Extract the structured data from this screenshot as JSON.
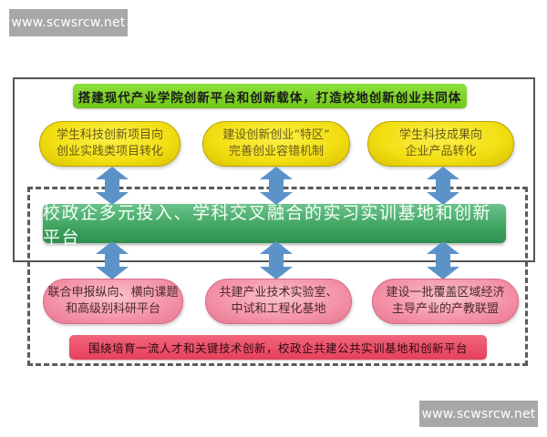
{
  "watermarks": {
    "top_left": "www.scwsrcw.net",
    "bottom_right": "www.scwsrcw.net"
  },
  "top_banner": {
    "text": "搭建现代产业学院创新平台和创新载体，打造校地创新创业共同体",
    "color": "#7ed321"
  },
  "yellow_pills": [
    {
      "line1": "学生科技创新项目向",
      "line2": "创业实践类项目转化"
    },
    {
      "line1": "建设创新创业“特区”",
      "line2": "完善创业容错机制"
    },
    {
      "line1": "学生科技成果向",
      "line2": "企业产品转化"
    }
  ],
  "main_bar": {
    "text": "校政企多元投入、学科交叉融合的实习实训基地和创新平台",
    "color": "#3ea35f"
  },
  "pink_pills": [
    {
      "line1": "联合申报纵向、横向课题",
      "line2": "和高级别科研平台"
    },
    {
      "line1": "共建产业技术实验室、",
      "line2": "中试和工程化基地"
    },
    {
      "line1": "建设一批覆盖区域经济",
      "line2": "主导产业的产教联盟"
    }
  ],
  "bottom_banner": {
    "text": "围绕培育一流人才和关键技术创新，校政企共建公共实训基地和创新平台",
    "color": "#e84a63"
  },
  "colors": {
    "arrow": "#5b93c9",
    "yellow": "#f2de12",
    "pink": "#f596aa",
    "watermark_bg": "#a8a8a8"
  }
}
